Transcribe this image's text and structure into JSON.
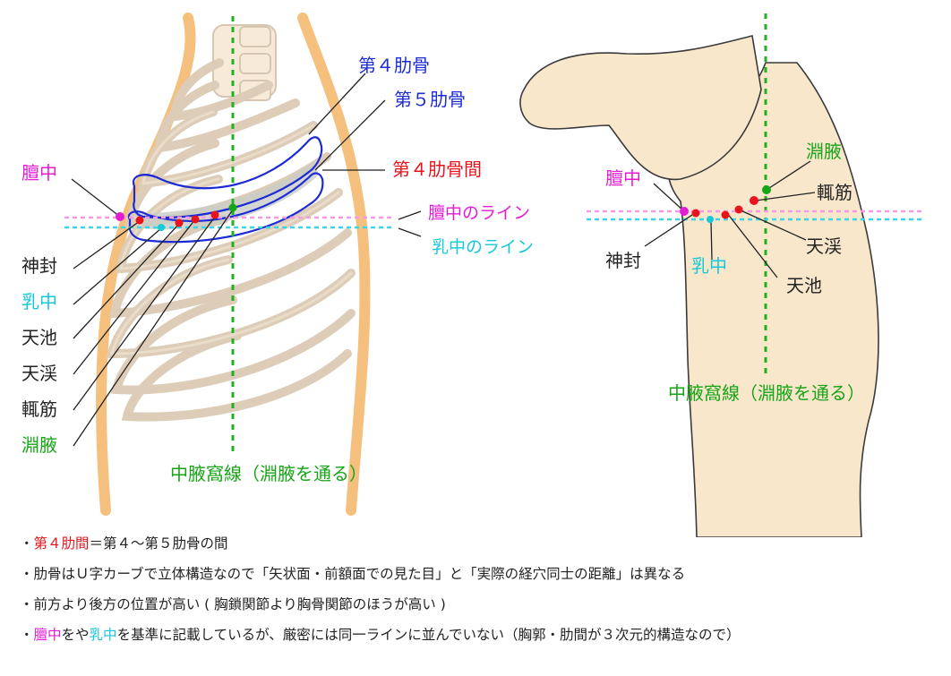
{
  "colors": {
    "body_fill": "#f9e7cc",
    "body_stroke": "#3a3a3a",
    "side_band": "#f5c07e",
    "bone_fill": "#f7ead9",
    "bone_stroke": "#d7c7b2",
    "rib_outline": "#1c2bd6",
    "intercostal_fill": "#c9cdc5",
    "red": "#e8141c",
    "magenta": "#e41cd6",
    "cyan": "#16c8d8",
    "green": "#17a417",
    "black": "#222222",
    "pink_line": "#f59be6",
    "cyan_line": "#38d6e6",
    "mid_axillary_line": "#22b022"
  },
  "left": {
    "rib4": "第４肋骨",
    "rib5": "第５肋骨",
    "intercostal4": "第４肋骨間",
    "line_danchu": "膻中のライン",
    "line_nyuchu": "乳中のライン",
    "danchu": "膻中",
    "points": [
      "神封",
      "乳中",
      "天池",
      "天渓",
      "輒筋",
      "淵腋"
    ],
    "axis": "中腋窩線（淵腋を通る）"
  },
  "right": {
    "eneki": "淵腋",
    "chokukin": "輒筋",
    "danchu": "膻中",
    "tenkei": "天渓",
    "shinpu": "神封",
    "nyuchu": "乳中",
    "tenchi": "天池",
    "axis": "中腋窩線（淵腋を通る）"
  },
  "notes": [
    {
      "bullet": "・",
      "highlight": "第４肋間",
      "highlight_color": "red",
      "rest": "＝第４～第５肋骨の間"
    },
    {
      "bullet": "・",
      "text": "肋骨はＵ字カーブで立体構造なので「矢状面・前額面での見た目」と「実際の経穴同士の距離」は異なる"
    },
    {
      "bullet": "・",
      "text": "前方より後方の位置が高い ( 胸鎖関節より胸骨関節のほうが高い )"
    },
    {
      "bullet": "・",
      "h1": "膻中",
      "h1_color": "magenta",
      "mid": "をや",
      "h2": "乳中",
      "h2_color": "cyan",
      "rest": "を基準に記載しているが、厳密には同一ラインに並んでいない（胸郭・肋間が３次元的構造なので）"
    }
  ]
}
